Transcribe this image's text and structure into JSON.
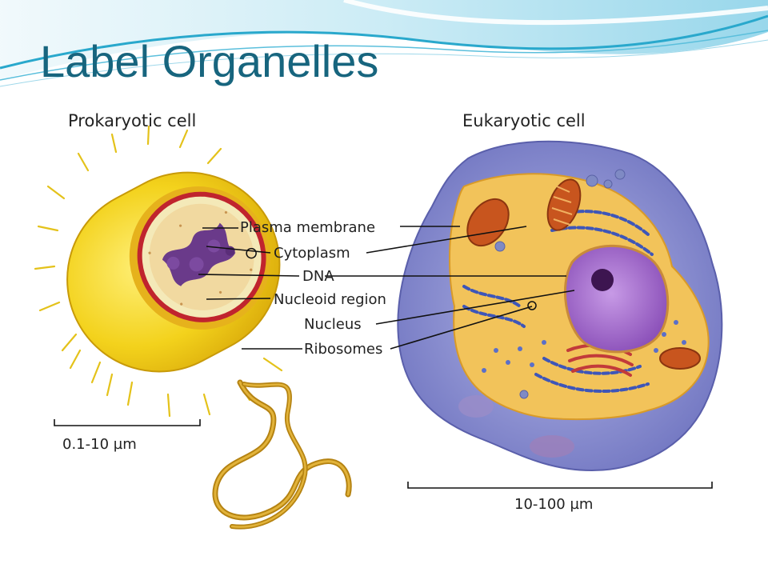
{
  "slide": {
    "title": "Label Organelles"
  },
  "figure": {
    "prokaryote_heading": "Prokaryotic cell",
    "eukaryote_heading": "Eukaryotic cell",
    "labels": {
      "plasma_membrane": "Plasma membrane",
      "cytoplasm": "Cytoplasm",
      "dna": "DNA",
      "nucleoid_region": "Nucleoid region",
      "nucleus": "Nucleus",
      "ribosomes": "Ribosomes"
    },
    "prokaryote_scale": "0.1-10 µm",
    "eukaryote_scale": "10-100 µm"
  },
  "colors": {
    "title": "#17657e",
    "accent_wave": "#29a8cc",
    "prokaryote_capsule": "#f3d21c",
    "cell_membrane": "#c0242e",
    "dna": "#6a3a8a",
    "eukaryote_body": "#8a8ed0",
    "eukaryote_cytoplasm": "#f2c35a",
    "nucleus": "#9a5fc4"
  }
}
